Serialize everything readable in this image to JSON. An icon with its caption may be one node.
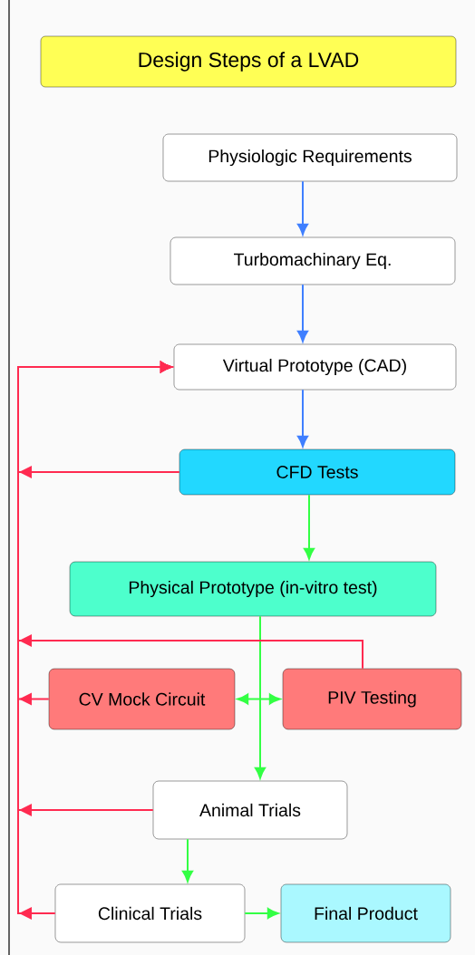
{
  "diagram": {
    "title": "Design Steps of a LVAD",
    "nodes": [
      {
        "text": [
          "Physiologic Requirements"
        ]
      },
      {
        "text": [
          "Turbomachinary Eq."
        ]
      },
      {
        "text": [
          "Virtual Prototype (CAD)"
        ]
      },
      {
        "text": [
          "CFD Tests"
        ]
      },
      {
        "text": [
          "Physical Prototype (in-vitro test)"
        ]
      },
      {
        "text": [
          "CV Mock Circuit"
        ]
      },
      {
        "text": [
          "PIV Testing"
        ]
      },
      {
        "text": [
          "Animal Trials"
        ]
      },
      {
        "text": [
          "Clinical Trials"
        ]
      },
      {
        "text": [
          "Final Product"
        ]
      }
    ],
    "edges": [
      {
        "from": 0,
        "to": 1,
        "arrow": "to",
        "color": "#3f7fff"
      },
      {
        "from": 1,
        "to": 2,
        "arrow": "to",
        "color": "#3f7fff"
      },
      {
        "from": 2,
        "to": 3,
        "arrow": "to",
        "color": "#3f7fff"
      },
      {
        "from": 3,
        "to": 4,
        "arrow": "to",
        "color": "#33ff44"
      },
      {
        "from": 4,
        "to": 7,
        "arrow": "to",
        "color": "#33ff44"
      },
      {
        "from": 5,
        "to": 6,
        "arrow": "both",
        "color": "#33ff44"
      },
      {
        "from": 7,
        "to": 8,
        "arrow": "to",
        "color": "#33ff44"
      },
      {
        "from": 8,
        "to": 9,
        "arrow": "to",
        "color": "#33ff44"
      },
      {
        "from": 3,
        "to": 2,
        "arrow": "to",
        "color": "#ff2a50"
      },
      {
        "from": 6,
        "to": 2,
        "arrow": "to",
        "color": "#ff2a50"
      },
      {
        "from": 5,
        "to": 2,
        "arrow": "to",
        "color": "#ff2a50"
      },
      {
        "from": 7,
        "to": 2,
        "arrow": "to",
        "color": "#ff2a50"
      },
      {
        "from": 8,
        "to": 2,
        "arrow": "to",
        "color": "#ff2a50"
      }
    ]
  }
}
